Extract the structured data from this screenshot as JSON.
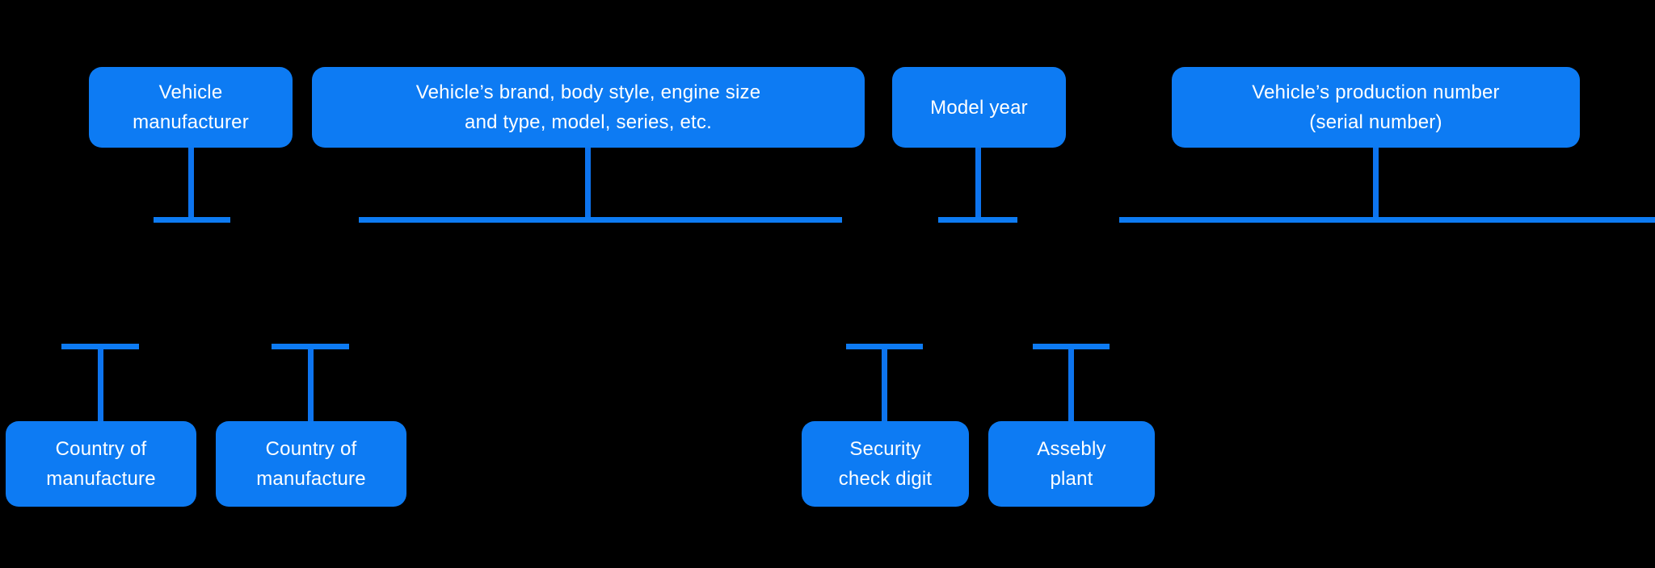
{
  "diagram": {
    "background_color": "#000000",
    "node_fill_color": "#0d7bf3",
    "connector_color": "#0d74ef",
    "text_color": "#ffffff",
    "nodes": {
      "vehicle_manufacturer": {
        "line1": "Vehicle",
        "line2": "manufacturer"
      },
      "vehicle_attributes": {
        "line1": "Vehicle’s brand, body style, engine size",
        "line2": "and type, model, series, etc."
      },
      "model_year": {
        "line1": "Model year"
      },
      "production_number": {
        "line1": "Vehicle’s production number",
        "line2": "(serial number)"
      },
      "country_of_manufacture_1": {
        "line1": "Country of",
        "line2": "manufacture"
      },
      "country_of_manufacture_2": {
        "line1": "Country of",
        "line2": "manufacture"
      },
      "security_check_digit": {
        "line1": "Security",
        "line2": "check digit"
      },
      "assembly_plant": {
        "line1": "Assebly",
        "line2": "plant"
      }
    }
  }
}
